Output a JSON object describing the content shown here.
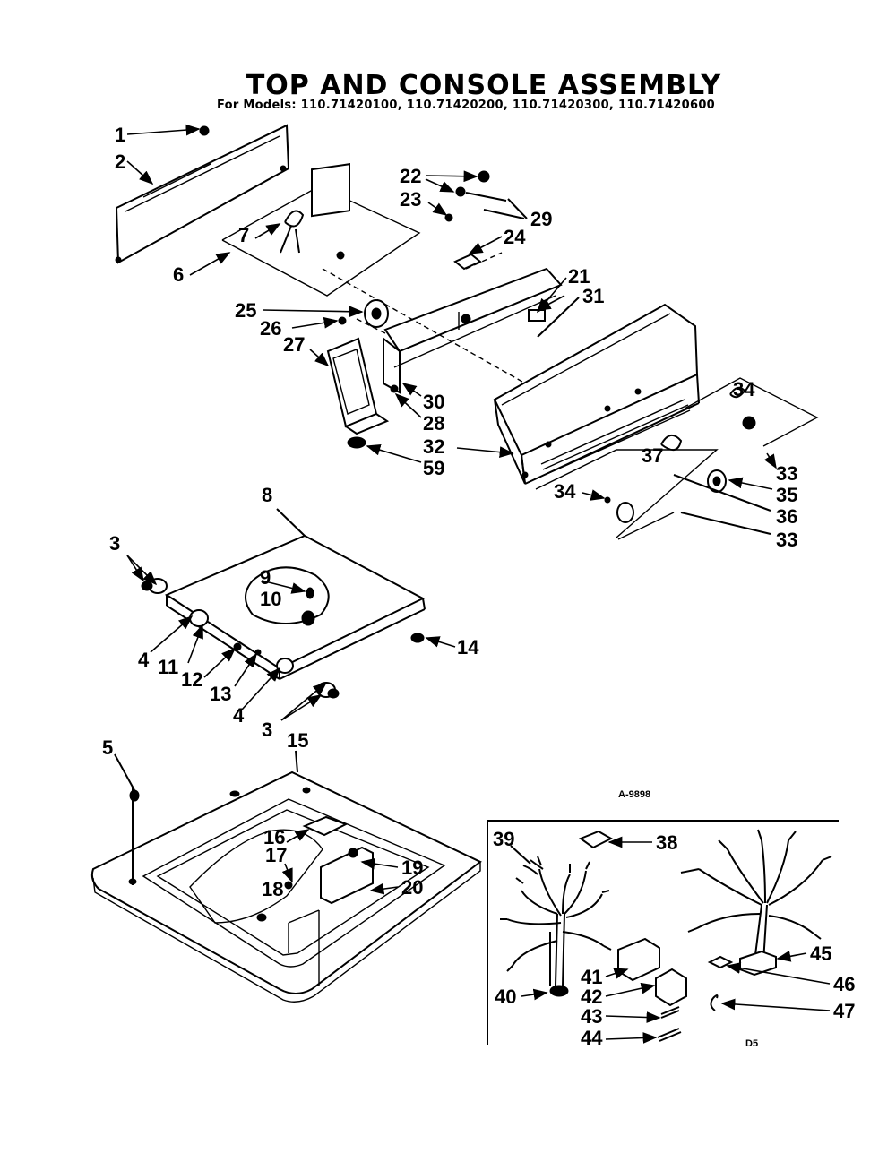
{
  "title": "TOP AND CONSOLE ASSEMBLY",
  "subtitle": "For Models: 110.71420100, 110.71420200, 110.71420300, 110.71420600",
  "inset_tag": "A-9898",
  "page_code": "D5",
  "callouts": {
    "c1": "1",
    "c2": "2",
    "c3a": "3",
    "c3b": "3",
    "c4a": "4",
    "c4b": "4",
    "c5": "5",
    "c6": "6",
    "c7": "7",
    "c8": "8",
    "c9": "9",
    "c10": "10",
    "c11": "11",
    "c12": "12",
    "c13": "13",
    "c14": "14",
    "c15": "15",
    "c16": "16",
    "c17": "17",
    "c18": "18",
    "c19": "19",
    "c20": "20",
    "c21": "21",
    "c22": "22",
    "c23": "23",
    "c24": "24",
    "c25": "25",
    "c26": "26",
    "c27": "27",
    "c28": "28",
    "c29": "29",
    "c30": "30",
    "c31": "31",
    "c32": "32",
    "c33a": "33",
    "c33b": "33",
    "c34a": "34",
    "c34b": "34",
    "c35": "35",
    "c36": "36",
    "c37": "37",
    "c38": "38",
    "c39": "39",
    "c40": "40",
    "c41": "41",
    "c42": "42",
    "c43": "43",
    "c44": "44",
    "c45": "45",
    "c46": "46",
    "c47": "47",
    "c59": "59"
  }
}
